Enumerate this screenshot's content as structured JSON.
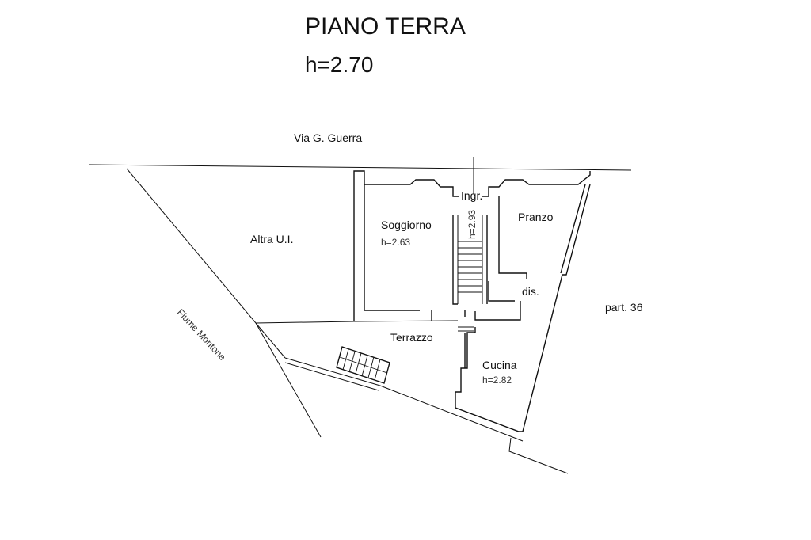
{
  "header": {
    "title": "PIANO TERRA",
    "height": "h=2.70"
  },
  "labels": {
    "street": "Via G. Guerra",
    "other_unit": "Altra U.I.",
    "river": "Fiume Montone",
    "parcel": "part. 36"
  },
  "rooms": {
    "entrance": "Ingr.",
    "living": "Soggiorno",
    "living_height": "h=2.63",
    "stair_height": "h=2.93",
    "dining": "Pranzo",
    "closet": "dis.",
    "terrace": "Terrazzo",
    "kitchen": "Cucina",
    "kitchen_height": "h=2.82"
  }
}
